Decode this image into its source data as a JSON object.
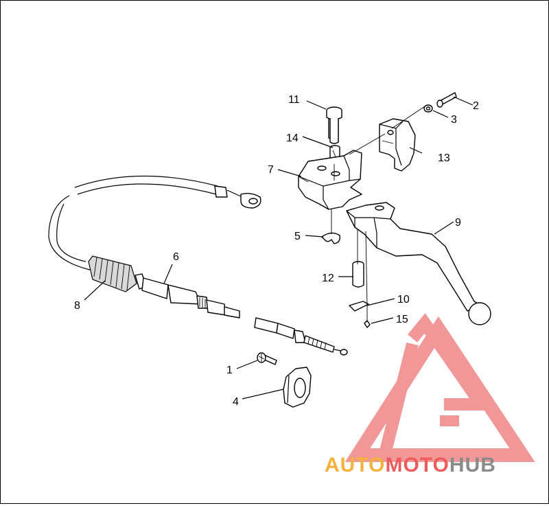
{
  "callouts": [
    {
      "id": "1",
      "label": "1"
    },
    {
      "id": "2",
      "label": "2"
    },
    {
      "id": "3",
      "label": "3"
    },
    {
      "id": "4",
      "label": "4"
    },
    {
      "id": "5",
      "label": "5"
    },
    {
      "id": "6",
      "label": "6"
    },
    {
      "id": "7",
      "label": "7"
    },
    {
      "id": "8",
      "label": "8"
    },
    {
      "id": "9",
      "label": "9"
    },
    {
      "id": "10",
      "label": "10"
    },
    {
      "id": "11",
      "label": "11"
    },
    {
      "id": "12",
      "label": "12"
    },
    {
      "id": "13",
      "label": "13"
    },
    {
      "id": "14",
      "label": "14"
    },
    {
      "id": "15",
      "label": "15"
    }
  ],
  "watermark": {
    "part1": "AUTO",
    "part2": "MOTO",
    "part3": "HUB",
    "color_auto": "#f5b23c",
    "color_moto": "#ef5a5a",
    "color_hub": "#8a8a8a",
    "logo_color": "#f08585"
  }
}
